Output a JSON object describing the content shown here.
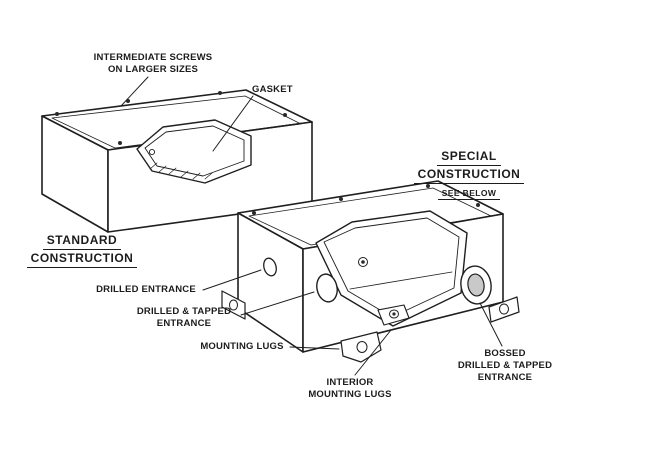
{
  "figure": {
    "background": "#ffffff",
    "line_color": "#1f1f1f",
    "subject": "cast enclosure construction comparison diagram"
  },
  "labels": {
    "intermediate_screws_line1": "INTERMEDIATE SCREWS",
    "intermediate_screws_line2": "ON LARGER SIZES",
    "gasket": "GASKET",
    "special_line1": "SPECIAL",
    "special_line2": "CONSTRUCTION",
    "special_note": "SEE BELOW",
    "standard_line1": "STANDARD",
    "standard_line2": "CONSTRUCTION",
    "drilled_entrance": "DRILLED ENTRANCE",
    "drilled_tapped_line1": "DRILLED & TAPPED",
    "drilled_tapped_line2": "ENTRANCE",
    "mounting_lugs": "MOUNTING LUGS",
    "interior_lugs_line1": "INTERIOR",
    "interior_lugs_line2": "MOUNTING LUGS",
    "bossed_line1": "BOSSED",
    "bossed_line2": "DRILLED & TAPPED",
    "bossed_line3": "ENTRANCE"
  }
}
